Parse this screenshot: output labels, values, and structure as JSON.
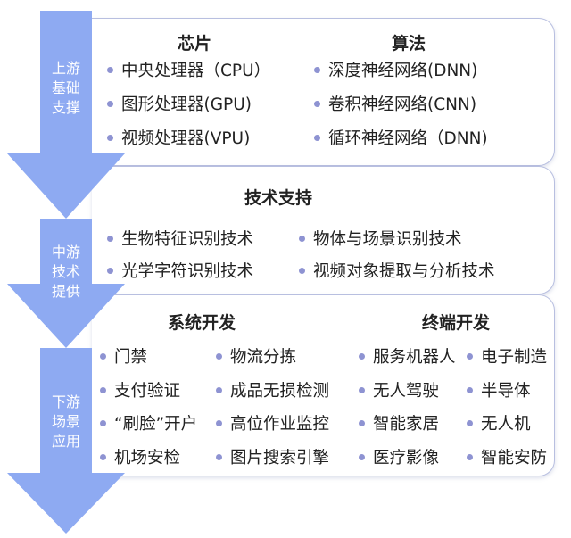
{
  "colors": {
    "arrow": "#8eaaf2",
    "bullet": "#8e93d2",
    "border": "#b8bfe0"
  },
  "arrows": [
    {
      "label": [
        "上游",
        "基础",
        "支撑"
      ]
    },
    {
      "label": [
        "中游",
        "技术",
        "提供"
      ]
    },
    {
      "label": [
        "下游",
        "场景",
        "应用"
      ]
    }
  ],
  "upstream": {
    "chips": {
      "title": "芯片",
      "items": [
        "中央处理器（CPU）",
        "图形处理器(GPU)",
        "视频处理器(VPU)"
      ]
    },
    "algorithms": {
      "title": "算法",
      "items": [
        "深度神经网络(DNN)",
        "卷积神经网络(CNN)",
        "循环神经网络（DNN)"
      ]
    }
  },
  "midstream": {
    "title": "技术支持",
    "items": [
      "生物特征识别技术",
      "物体与场景识别技术",
      "光学字符识别技术",
      "视频对象提取与分析技术"
    ]
  },
  "downstream": {
    "system": {
      "title": "系统开发",
      "col1": [
        "门禁",
        "支付验证",
        "“刷脸”开户",
        "机场安检"
      ],
      "col2": [
        "物流分拣",
        "成品无损检测",
        "高位作业监控",
        "图片搜索引擎"
      ]
    },
    "terminal": {
      "title": "终端开发",
      "col1": [
        "服务机器人",
        "无人驾驶",
        "智能家居",
        "医疗影像"
      ],
      "col2": [
        "电子制造",
        "半导体",
        "无人机",
        "智能安防"
      ]
    }
  }
}
